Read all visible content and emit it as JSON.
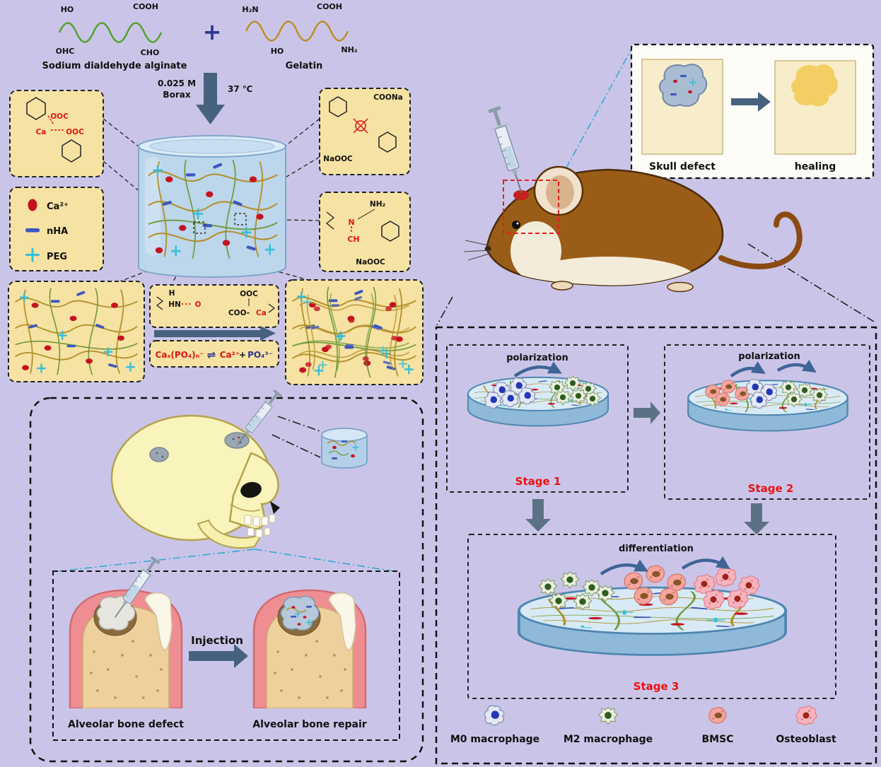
{
  "colors": {
    "background": "#cac5e8",
    "panel": "#f6e2a2",
    "arrow": "#47627e",
    "stage_label": "#ee0f0f",
    "chem_red": "#e01515",
    "navy": "#2b3990"
  },
  "synthesis": {
    "reactant1": {
      "label": "Sodium dialdehyde alginate",
      "g1": "HO",
      "g2": "COOH",
      "g3": "OHC",
      "g4": "CHO"
    },
    "plus": "+",
    "reactant2": {
      "label": "Gelatin",
      "g1": "H₂N",
      "g2": "COOH",
      "g3": "HO",
      "g4": "NH₂"
    },
    "cond1": "0.025 M",
    "cond2": "Borax",
    "temp": "37 ℃"
  },
  "legend": {
    "ca": "Ca²⁺",
    "nha": "nHA",
    "peg": "PEG"
  },
  "chem": {
    "ooc_top": "OOC",
    "ca": "Ca",
    "ooc_bottom": "OOC",
    "coona": "COONa",
    "naooc": "NaOOC",
    "nh2": "NH₂",
    "n": "N",
    "ch": "CH",
    "naooc2": "NaOOC",
    "h": "H",
    "hn": "HN",
    "o": "O",
    "ooc2": "OOC",
    "coo": "COO-",
    "ca2": "Ca"
  },
  "equation": {
    "left": "Caₓ(PO₄)ₙ⁻",
    "harpoon": "⇌",
    "ca": "Ca²⁺",
    "plus": "+",
    "po4": "PO₄³⁻"
  },
  "inset": {
    "defect": "Skull defect",
    "healing": "healing"
  },
  "stages": {
    "panel1": {
      "label": "Stage 1",
      "arrow": "polarization"
    },
    "panel2": {
      "label": "Stage 2",
      "arrow": "polarization"
    },
    "panel3": {
      "label": "Stage 3",
      "arrow": "differentiation"
    }
  },
  "cell_legend": {
    "m0": "M0 macrophage",
    "m2": "M2 macrophage",
    "bmsc": "BMSC",
    "osteoblast": "Osteoblast"
  },
  "alveolar": {
    "injection": "Injection",
    "defect": "Alveolar bone defect",
    "repair": "Alveolar bone repair"
  }
}
